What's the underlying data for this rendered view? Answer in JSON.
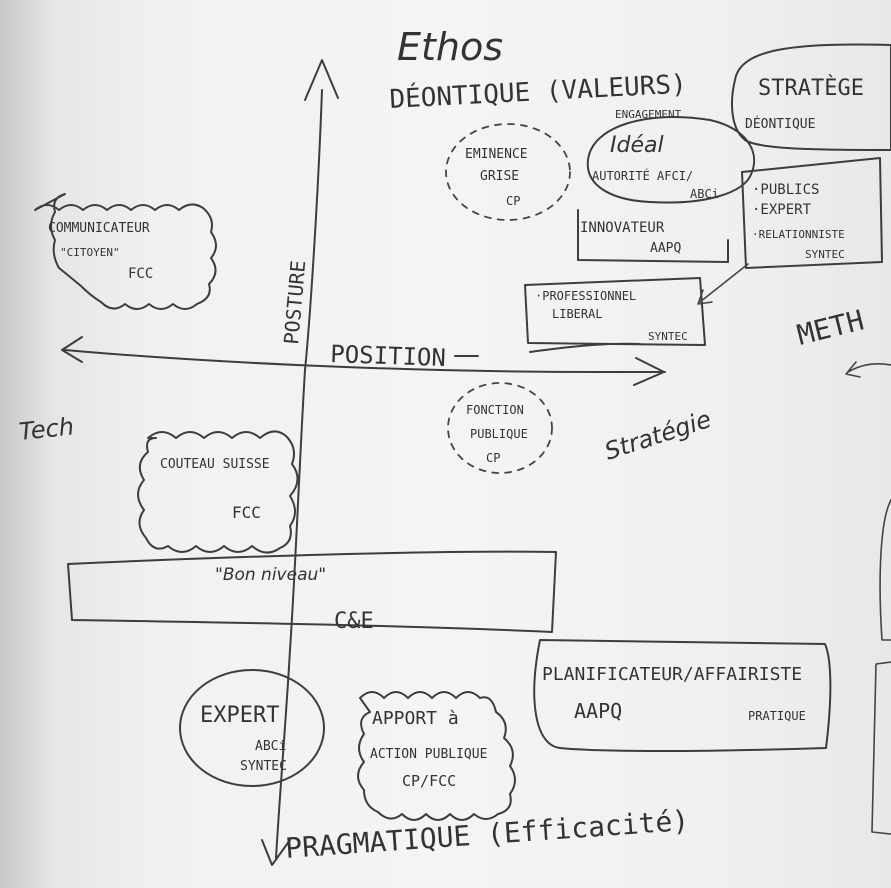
{
  "axes": {
    "top": "Ethos",
    "vertical_axis": "POSTURE",
    "horizontal_axis": "POSITION",
    "left": "Tech",
    "right": "Stratégie",
    "right_partial": "METH",
    "top_pole": "DÉONTIQUE (VALEURS)",
    "top_pole_sub": "ENGAGEMENT",
    "bottom_pole": "PRAGMATIQUE (Efficacité)"
  },
  "roles": {
    "eminence": {
      "l1": "EMINENCE",
      "l2": "GRISE",
      "tag": "CP"
    },
    "ideal": {
      "l1": "Idéal",
      "l2": "AUTORITÉ AFCI/",
      "l3": "ABCi"
    },
    "innovateur": {
      "l1": "INNOVATEUR",
      "l2": "AAPQ"
    },
    "stratege": {
      "l1": "STRATÈGE",
      "l2": "DÉONTIQUE"
    },
    "publics": {
      "l1": "·PUBLICS",
      "l2": "·EXPERT",
      "l3": "·RELATIONNISTE",
      "l4": "SYNTEC"
    },
    "professionnel": {
      "l1": "·PROFESSIONNEL",
      "l2": "LIBERAL",
      "tag": "SYNTEC"
    },
    "communicateur": {
      "l1": "COMMUNICATEUR",
      "l2": "\"CITOYEN\"",
      "l3": "FCC"
    },
    "fonction": {
      "l1": "FONCTION",
      "l2": "PUBLIQUE",
      "l3": "CP"
    },
    "couteau": {
      "l1": "COUTEAU SUISSE",
      "l2": "FCC"
    },
    "bon_niveau": {
      "l1": "\"Bon niveau\"",
      "l2": "C&E"
    },
    "planificateur": {
      "l1": "PLANIFICATEUR/AFFAIRISTE",
      "l2": "AAPQ",
      "l3": "PRATIQUE"
    },
    "expert": {
      "l1": "EXPERT",
      "l2": "ABCi",
      "l3": "SYNTEC"
    },
    "apport": {
      "l1": "APPORT à",
      "l2": "ACTION PUBLIQUE",
      "l3": "CP/FCC"
    }
  }
}
